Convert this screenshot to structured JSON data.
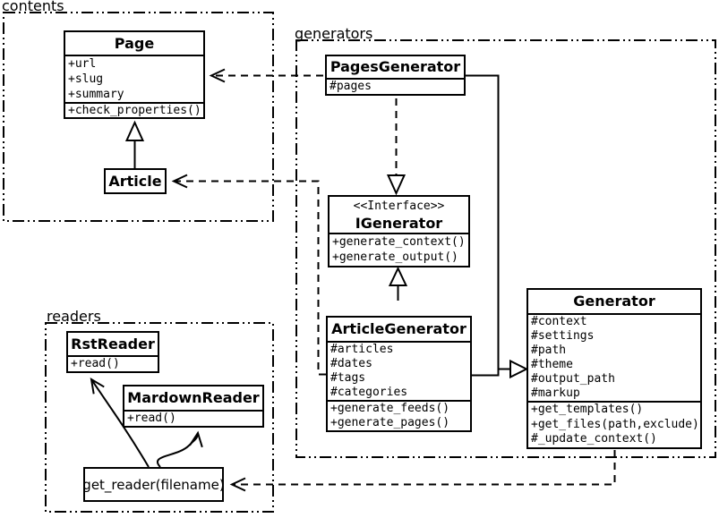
{
  "packages": {
    "contents": {
      "label": "contents"
    },
    "generators": {
      "label": "generators"
    },
    "readers": {
      "label": "readers"
    }
  },
  "classes": {
    "page": {
      "title": "Page",
      "attributes": [
        "+url",
        "+slug",
        "+summary"
      ],
      "methods": [
        "+check_properties()"
      ]
    },
    "article": {
      "title": "Article"
    },
    "pages_generator": {
      "title": "PagesGenerator",
      "attributes": [
        "#pages"
      ]
    },
    "igenerator": {
      "stereotype": "<<Interface>>",
      "title": "IGenerator",
      "methods": [
        "+generate_context()",
        "+generate_output()"
      ]
    },
    "article_generator": {
      "title": "ArticleGenerator",
      "attributes": [
        "#articles",
        "#dates",
        "#tags",
        "#categories"
      ],
      "methods": [
        "+generate_feeds()",
        "+generate_pages()"
      ]
    },
    "generator": {
      "title": "Generator",
      "attributes": [
        "#context",
        "#settings",
        "#path",
        "#theme",
        "#output_path",
        "#markup"
      ],
      "methods": [
        "+get_templates()",
        "+get_files(path,exclude)",
        "#_update_context()"
      ]
    },
    "rst_reader": {
      "title": "RstReader",
      "methods": [
        "+read()"
      ]
    },
    "mardown_reader": {
      "title": "MardownReader",
      "methods": [
        "+read()"
      ]
    },
    "get_reader": {
      "title": "get_reader(filename)"
    }
  },
  "relationships": [
    {
      "from": "Article",
      "to": "Page",
      "type": "inheritance"
    },
    {
      "from": "PagesGenerator",
      "to": "Page",
      "type": "dependency"
    },
    {
      "from": "ArticleGenerator",
      "to": "Article",
      "type": "dependency"
    },
    {
      "from": "PagesGenerator",
      "to": "IGenerator",
      "type": "realization"
    },
    {
      "from": "ArticleGenerator",
      "to": "IGenerator",
      "type": "realization"
    },
    {
      "from": "PagesGenerator",
      "to": "Generator",
      "type": "inheritance"
    },
    {
      "from": "ArticleGenerator",
      "to": "Generator",
      "type": "inheritance"
    },
    {
      "from": "Generator",
      "to": "get_reader(filename)",
      "type": "dependency"
    },
    {
      "from": "get_reader(filename)",
      "to": "RstReader",
      "type": "call"
    },
    {
      "from": "get_reader(filename)",
      "to": "MardownReader",
      "type": "call"
    }
  ],
  "colors": {
    "line": "#000000",
    "background": "#ffffff",
    "box_fill": "#ffffff"
  }
}
